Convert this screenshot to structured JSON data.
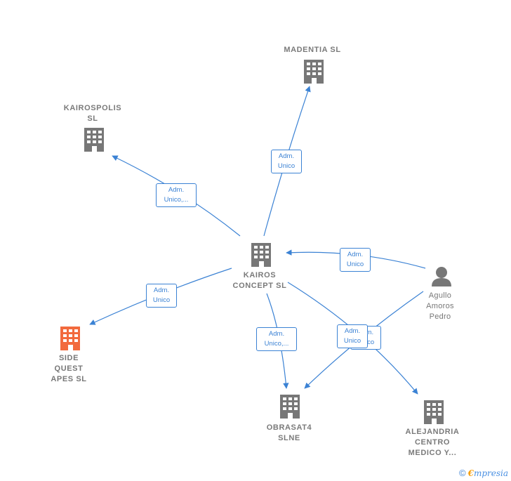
{
  "nodes": {
    "kairos": {
      "label": "KAIROS\nCONCEPT  SL",
      "type": "company"
    },
    "madentia": {
      "label": "MADENTIA  SL",
      "type": "company"
    },
    "kairospolis": {
      "label": "KAIROSPOLIS\nSL",
      "type": "company"
    },
    "sidequest": {
      "label": "SIDE\nQUEST\nAPES  SL",
      "type": "company",
      "highlight": true
    },
    "obrasat": {
      "label": "OBRASAT4\nSLNE",
      "type": "company"
    },
    "alejandria": {
      "label": "ALEJANDRIA\nCENTRO\nMEDICO Y...",
      "type": "company"
    },
    "agullo": {
      "label": "Agullo\nAmoros\nPedro",
      "type": "person"
    }
  },
  "edges": [
    {
      "from": "kairos",
      "to": "madentia",
      "label": "Adm.\nUnico"
    },
    {
      "from": "kairos",
      "to": "kairospolis",
      "label": "Adm.\nUnico,..."
    },
    {
      "from": "kairos",
      "to": "sidequest",
      "label": "Adm.\nUnico"
    },
    {
      "from": "kairos",
      "to": "obrasat",
      "label": "Adm.\nUnico,..."
    },
    {
      "from": "kairos",
      "to": "alejandria",
      "label": "Adm.\nUnico"
    },
    {
      "from": "agullo",
      "to": "kairos",
      "label": "Adm.\nUnico"
    },
    {
      "from": "agullo",
      "to": "obrasat",
      "label": "Adm.\nUnico"
    }
  ],
  "colors": {
    "company": "#777777",
    "highlight": "#f26a3d",
    "edge": "#3b82d4"
  },
  "footer": {
    "copyright": "©",
    "brand_first": "€",
    "brand_rest": "mpresia"
  }
}
